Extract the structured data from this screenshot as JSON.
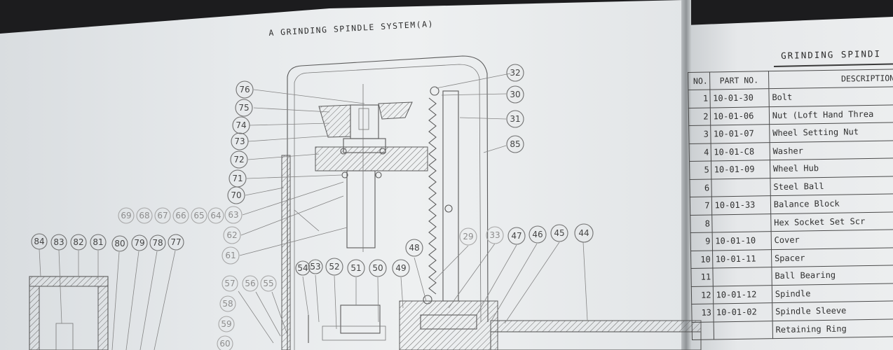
{
  "diagram": {
    "title": "A GRINDING SPINDLE SYSTEM(A)",
    "callouts": [
      {
        "label": "76"
      },
      {
        "label": "75"
      },
      {
        "label": "74"
      },
      {
        "label": "73"
      },
      {
        "label": "72"
      },
      {
        "label": "71"
      },
      {
        "label": "70"
      },
      {
        "label": "63"
      },
      {
        "label": "62"
      },
      {
        "label": "61"
      },
      {
        "label": "69"
      },
      {
        "label": "68"
      },
      {
        "label": "67"
      },
      {
        "label": "66"
      },
      {
        "label": "65"
      },
      {
        "label": "64"
      },
      {
        "label": "84"
      },
      {
        "label": "83"
      },
      {
        "label": "82"
      },
      {
        "label": "81"
      },
      {
        "label": "80"
      },
      {
        "label": "79"
      },
      {
        "label": "78"
      },
      {
        "label": "77"
      },
      {
        "label": "57"
      },
      {
        "label": "56"
      },
      {
        "label": "55"
      },
      {
        "label": "58"
      },
      {
        "label": "59"
      },
      {
        "label": "60"
      },
      {
        "label": "54"
      },
      {
        "label": "53"
      },
      {
        "label": "52"
      },
      {
        "label": "51"
      },
      {
        "label": "50"
      },
      {
        "label": "49"
      },
      {
        "label": "48"
      },
      {
        "label": "29"
      },
      {
        "label": "33"
      },
      {
        "label": "47"
      },
      {
        "label": "46"
      },
      {
        "label": "45"
      },
      {
        "label": "44"
      },
      {
        "label": "32"
      },
      {
        "label": "30"
      },
      {
        "label": "31"
      },
      {
        "label": "85"
      }
    ]
  },
  "parts_table": {
    "title": "GRINDING SPINDI",
    "headers": [
      "NO.",
      "PART NO.",
      "DESCRIPTION"
    ],
    "rows": [
      {
        "no": "1",
        "part_no": "10-01-30",
        "description": "Bolt"
      },
      {
        "no": "2",
        "part_no": "10-01-06",
        "description": "Nut (Loft Hand Threa"
      },
      {
        "no": "3",
        "part_no": "10-01-07",
        "description": "Wheel Setting Nut"
      },
      {
        "no": "4",
        "part_no": "10-01-C8",
        "description": "Washer"
      },
      {
        "no": "5",
        "part_no": "10-01-09",
        "description": "Wheel Hub"
      },
      {
        "no": "6",
        "part_no": "",
        "description": "Steel Ball"
      },
      {
        "no": "7",
        "part_no": "10-01-33",
        "description": "Balance Block"
      },
      {
        "no": "8",
        "part_no": "",
        "description": "Hex Socket Set Scr"
      },
      {
        "no": "9",
        "part_no": "10-01-10",
        "description": "Cover"
      },
      {
        "no": "10",
        "part_no": "10-01-11",
        "description": "Spacer"
      },
      {
        "no": "11",
        "part_no": "",
        "description": "Ball Bearing"
      },
      {
        "no": "12",
        "part_no": "10-01-12",
        "description": "Spindle"
      },
      {
        "no": "13",
        "part_no": "10-01-02",
        "description": "Spindle Sleeve"
      },
      {
        "no": "",
        "part_no": "",
        "description": "Retaining Ring"
      }
    ]
  }
}
